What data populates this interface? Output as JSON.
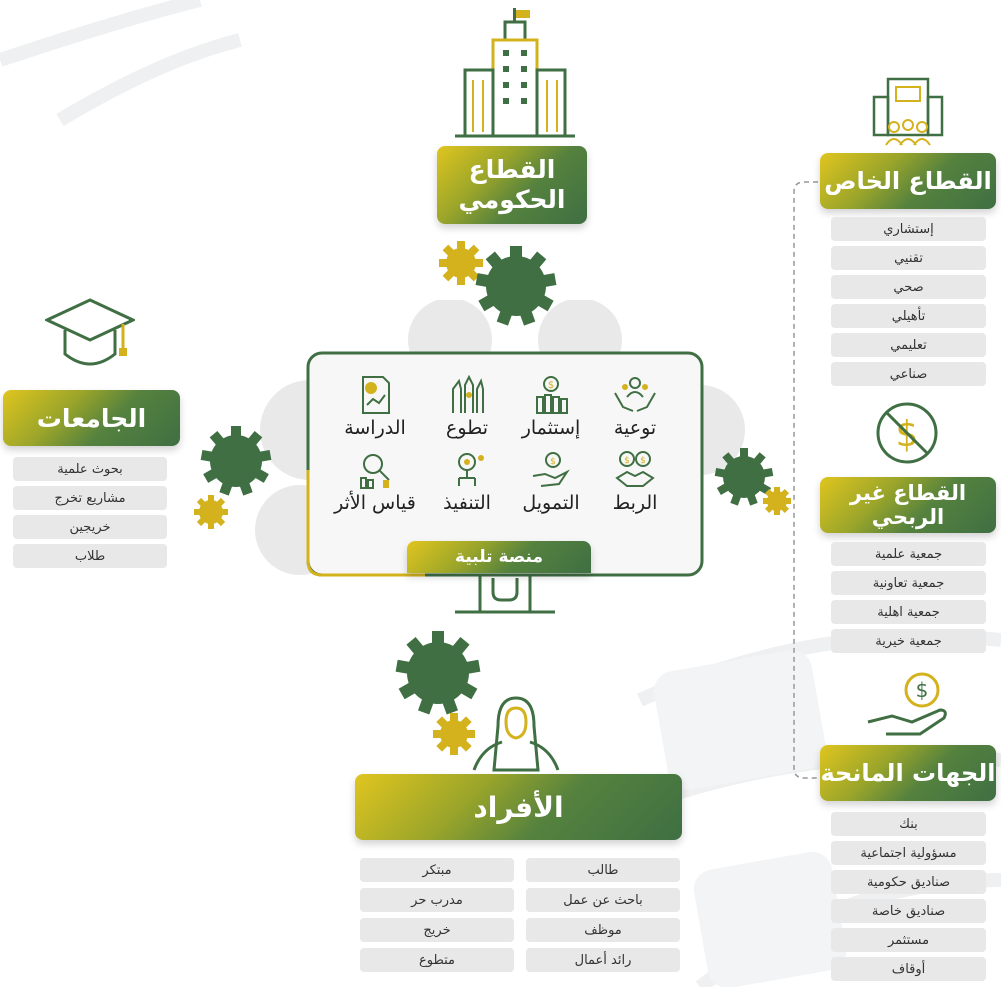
{
  "colors": {
    "green": "#3f6f43",
    "gold": "#d4b21e",
    "pill": "#e8e8e8",
    "gear_gray": "#e6e6e6"
  },
  "government": {
    "title_line1": "القطاع",
    "title_line2": "الحكومي"
  },
  "universities": {
    "title": "الجامعات",
    "items": [
      "بحوث علمية",
      "مشاريع تخرج",
      "خريجين",
      "طلاب"
    ]
  },
  "private_sector": {
    "title": "القطاع الخاص",
    "items": [
      "إستشاري",
      "تقنيي",
      "صحي",
      "تأهيلي",
      "تعليمي",
      "صناعي"
    ]
  },
  "nonprofit_sector": {
    "title": "القطاع غير الربحي",
    "items": [
      "جمعية علمية",
      "جمعية تعاونية",
      "جمعية اهلية",
      "جمعية خيرية"
    ]
  },
  "donors": {
    "title": "الجهات المانحة",
    "items": [
      "بنك",
      "مسؤولية اجتماعية",
      "صناديق حكومية",
      "صناديق خاصة",
      "مستثمر",
      "أوقاف"
    ]
  },
  "individuals": {
    "title": "الأفراد",
    "col_right": [
      "طالب",
      "باحث عن عمل",
      "موظف",
      "رائد أعمال"
    ],
    "col_left": [
      "مبتكر",
      "مدرب حر",
      "خريج",
      "متطوع"
    ]
  },
  "platform": {
    "label": "منصة تلبية",
    "row1": [
      {
        "label": "توعية",
        "icon": "hands-people-icon"
      },
      {
        "label": "إستثمار",
        "icon": "coins-bars-icon"
      },
      {
        "label": "تطوع",
        "icon": "raised-hands-icon"
      },
      {
        "label": "الدراسة",
        "icon": "report-chart-icon"
      }
    ],
    "row2": [
      {
        "label": "الربط",
        "icon": "handshake-coins-icon"
      },
      {
        "label": "التمويل",
        "icon": "hand-coin-icon"
      },
      {
        "label": "التنفيذ",
        "icon": "gear-network-icon"
      },
      {
        "label": "قياس الأثر",
        "icon": "magnifier-chart-icon"
      }
    ]
  }
}
